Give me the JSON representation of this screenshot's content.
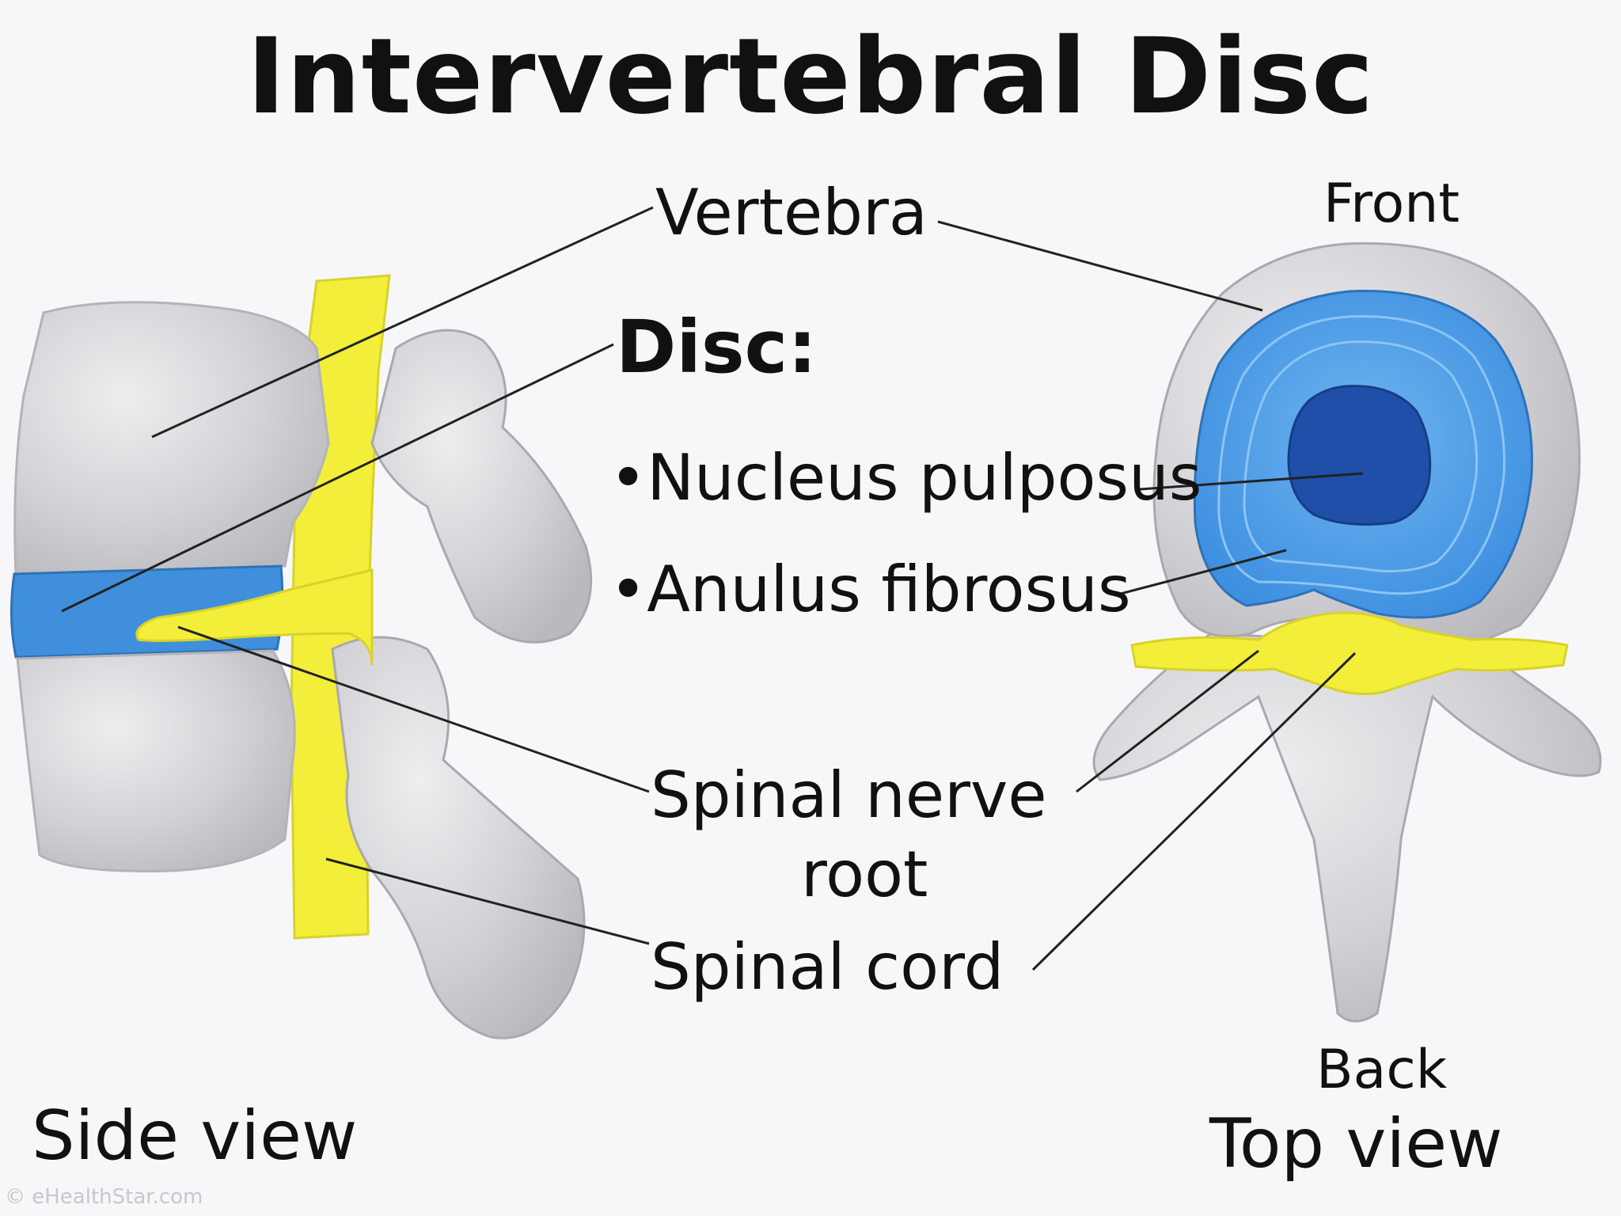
{
  "title": "Intervertebral Disc",
  "labels": {
    "vertebra": "Vertebra",
    "disc_heading": "Disc:",
    "nucleus": "•Nucleus pulposus",
    "anulus": "•Anulus fibrosus",
    "nerve_root_line1": "Spinal nerve",
    "nerve_root_line2": "root",
    "spinal_cord": "Spinal cord",
    "front": "Front",
    "back": "Back"
  },
  "views": {
    "side": "Side view",
    "top": "Top view"
  },
  "watermark": "© eHealthStar.com",
  "colors": {
    "bone": "#c9c9cd",
    "bone_light": "#e4e4e7",
    "bone_outline": "#a9a9ae",
    "disc_blue": "#3f8fdc",
    "annulus_blue": "#4a9be6",
    "nucleus_blue": "#1f4fa8",
    "nerve_yellow": "#f2ee3a",
    "text": "#111111",
    "leader": "#222222"
  }
}
